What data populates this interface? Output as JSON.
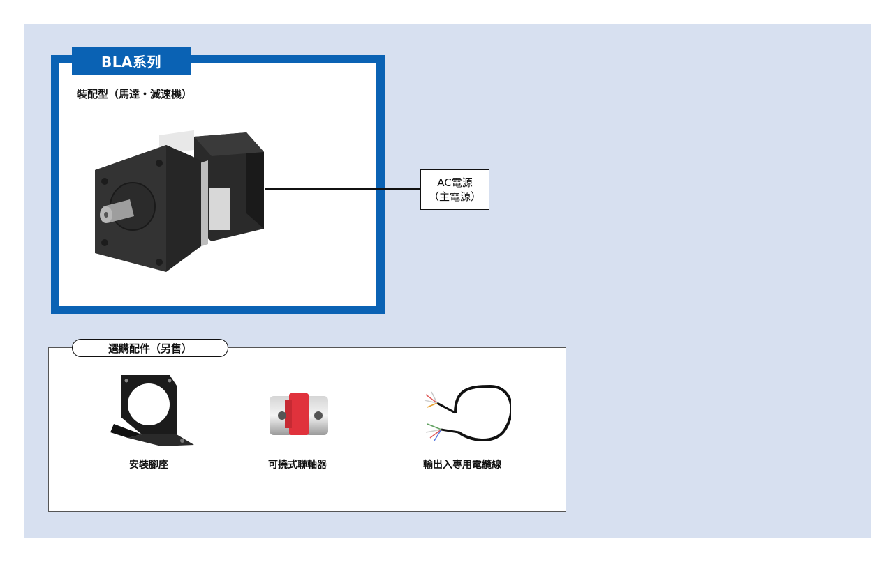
{
  "series": {
    "title": "BLA系列",
    "subtitle": "裝配型（馬達・減速機）"
  },
  "power": {
    "line1": "AC電源",
    "line2": "（主電源）"
  },
  "accessories": {
    "title": "選購配件（另售）",
    "items": [
      {
        "label": "安裝腳座",
        "icon": "mounting-bracket-icon"
      },
      {
        "label": "可撓式聯軸器",
        "icon": "flexible-coupling-icon"
      },
      {
        "label": "輸出入專用電纜線",
        "icon": "io-cable-icon"
      }
    ]
  },
  "colors": {
    "panel_bg": "#d7e0f0",
    "brand_blue": "#0a62b4",
    "coupling_red": "#e0323c"
  }
}
